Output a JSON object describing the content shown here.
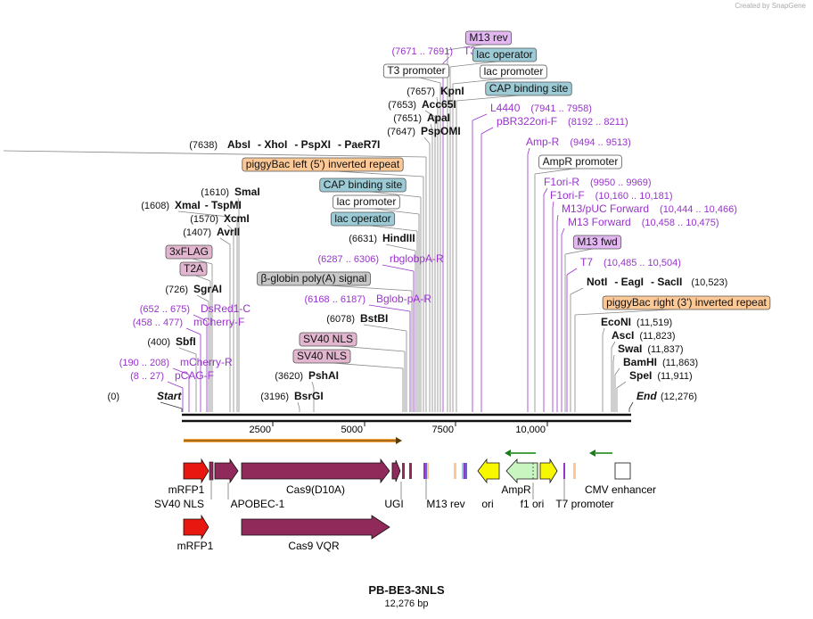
{
  "credit": {
    "prefix": "Created by",
    "brand": "SnapGene"
  },
  "plasmid": {
    "name": "PB-BE3-3NLS",
    "size_text": "12,276 bp"
  },
  "colors": {
    "purple": "#9933cc",
    "enzyme_line": "#808080",
    "feature_red": "#e8170f",
    "feature_maroon": "#8f2a5b",
    "feature_yellow": "#f7f700",
    "feature_green": "#c8f5c0",
    "feature_pink": "#e2b6cf",
    "feature_orange": "#fbc896",
    "feature_blue": "#9ccbd6",
    "feature_violet": "#e3b7f2"
  },
  "ruler": {
    "ticks": [
      "2500",
      "5000",
      "7500",
      "10,000"
    ]
  },
  "labels": [
    {
      "t": "pos",
      "id": "start-pos",
      "text": "(0)"
    },
    {
      "t": "name",
      "id": "start",
      "text": "Start",
      "italic": true
    },
    {
      "t": "pos",
      "id": "end-pos",
      "text": "(12,276)"
    },
    {
      "t": "name",
      "id": "end",
      "text": "End",
      "italic": true
    },
    {
      "t": "primer",
      "id": "pcag-f",
      "text": "pCAG-F",
      "range": "(8 .. 27)"
    },
    {
      "t": "primer",
      "id": "mcherry-r",
      "text": "mCherry-R",
      "range": "(190 .. 208)"
    },
    {
      "t": "enzyme",
      "id": "sbfi",
      "text": "SbfI",
      "pos": "(400)"
    },
    {
      "t": "primer",
      "id": "mcherry-f",
      "text": "mCherry-F",
      "range": "(458 .. 477)"
    },
    {
      "t": "primer",
      "id": "dsred1-c",
      "text": "DsRed1-C",
      "range": "(652 .. 675)"
    },
    {
      "t": "enzyme",
      "id": "sgrai",
      "text": "SgrAI",
      "pos": "(726)"
    },
    {
      "t": "feat",
      "id": "t2a",
      "text": "T2A",
      "color": "pink"
    },
    {
      "t": "feat",
      "id": "3xflag",
      "text": "3xFLAG",
      "color": "pink"
    },
    {
      "t": "enzyme",
      "id": "avrii",
      "text": "AvrII",
      "pos": "(1407)"
    },
    {
      "t": "enzyme",
      "id": "xcmi",
      "text": "XcmI",
      "pos": "(1570)"
    },
    {
      "t": "enzyme",
      "id": "xmai",
      "text": "XmaI",
      "pos": "(1608)",
      "extra": "- TspMI"
    },
    {
      "t": "enzyme",
      "id": "smai",
      "text": "SmaI",
      "pos": "(1610)"
    },
    {
      "t": "enzyme",
      "id": "bsrgi",
      "text": "BsrGI",
      "pos": "(3196)"
    },
    {
      "t": "enzyme",
      "id": "pshai",
      "text": "PshAI",
      "pos": "(3620)"
    },
    {
      "t": "feat",
      "id": "sv40nls-2",
      "text": "SV40 NLS",
      "color": "pink"
    },
    {
      "t": "feat",
      "id": "sv40nls-1",
      "text": "SV40 NLS",
      "color": "pink"
    },
    {
      "t": "enzyme",
      "id": "bstbi",
      "text": "BstBI",
      "pos": "(6078)"
    },
    {
      "t": "primer",
      "id": "bglob-pa-r",
      "text": "Bglob-pA-R",
      "range": "(6168 .. 6187)"
    },
    {
      "t": "feat",
      "id": "bglobin-polya",
      "text": "β-globin poly(A) signal",
      "color": "gray"
    },
    {
      "t": "primer",
      "id": "rbglobpa-r",
      "text": "rbglobpA-R",
      "range": "(6287 .. 6306)"
    },
    {
      "t": "enzyme",
      "id": "hindiii",
      "text": "HindIII",
      "pos": "(6631)"
    },
    {
      "t": "feat",
      "id": "lac-operator-1",
      "text": "lac operator",
      "color": "blue"
    },
    {
      "t": "feat",
      "id": "lac-promoter-1",
      "text": "lac promoter",
      "color": "white"
    },
    {
      "t": "feat",
      "id": "cap-site-1",
      "text": "CAP binding site",
      "color": "blue"
    },
    {
      "t": "feat",
      "id": "piggybac-left",
      "text": "piggyBac left (5') inverted repeat",
      "color": "orange"
    },
    {
      "t": "multi",
      "id": "absi",
      "pos": "(7638)",
      "names": [
        "AbsI",
        "- XhoI",
        "- PspXI",
        "- PaeR7I"
      ]
    },
    {
      "t": "enzyme",
      "id": "pspomi",
      "text": "PspOMI",
      "pos": "(7647)"
    },
    {
      "t": "enzyme",
      "id": "apai",
      "text": "ApaI",
      "pos": "(7651)"
    },
    {
      "t": "enzyme",
      "id": "acc65i",
      "text": "Acc65I",
      "pos": "(7653)"
    },
    {
      "t": "enzyme",
      "id": "kpni",
      "text": "KpnI",
      "pos": "(7657)"
    },
    {
      "t": "feat",
      "id": "t3-promoter",
      "text": "T3 promoter",
      "color": "white"
    },
    {
      "t": "primer",
      "id": "t3",
      "text": "T3",
      "range": "(7671 .. 7691)"
    },
    {
      "t": "feat",
      "id": "m13-rev",
      "text": "M13 rev",
      "color": "violet"
    },
    {
      "t": "feat",
      "id": "lac-operator-2",
      "text": "lac operator",
      "color": "blue"
    },
    {
      "t": "feat",
      "id": "lac-promoter-2",
      "text": "lac promoter",
      "color": "white"
    },
    {
      "t": "feat",
      "id": "cap-site-2",
      "text": "CAP binding site",
      "color": "blue"
    },
    {
      "t": "primer",
      "id": "l4440",
      "text": "L4440",
      "range": "(7941 .. 7958)"
    },
    {
      "t": "primer",
      "id": "pbr322ori-f",
      "text": "pBR322ori-F",
      "range": "(8192 .. 8211)"
    },
    {
      "t": "primer",
      "id": "amp-r",
      "text": "Amp-R",
      "range": "(9494 .. 9513)"
    },
    {
      "t": "feat",
      "id": "ampr-promoter",
      "text": "AmpR promoter",
      "color": "white"
    },
    {
      "t": "primer",
      "id": "f1ori-r",
      "text": "F1ori-R",
      "range": "(9950 .. 9969)"
    },
    {
      "t": "primer",
      "id": "f1ori-f",
      "text": "F1ori-F",
      "range": "(10,160 .. 10,181)"
    },
    {
      "t": "primer",
      "id": "m13-puc-fwd",
      "text": "M13/pUC Forward",
      "range": "(10,444 .. 10,466)"
    },
    {
      "t": "primer",
      "id": "m13-fwd-primer",
      "text": "M13 Forward",
      "range": "(10,458 .. 10,475)"
    },
    {
      "t": "feat",
      "id": "m13-fwd",
      "text": "M13 fwd",
      "color": "violet"
    },
    {
      "t": "primer",
      "id": "t7",
      "text": "T7",
      "range": "(10,485 .. 10,504)"
    },
    {
      "t": "multi",
      "id": "noti",
      "pos": "(10,523)",
      "names": [
        "NotI",
        "- EagI",
        "- SacII"
      ]
    },
    {
      "t": "feat",
      "id": "piggybac-right",
      "text": "piggyBac right (3') inverted repeat",
      "color": "orange"
    },
    {
      "t": "enzyme",
      "id": "econi",
      "text": "EcoNI",
      "pos": "(11,519)"
    },
    {
      "t": "enzyme",
      "id": "asci",
      "text": "AscI",
      "pos": "(11,823)"
    },
    {
      "t": "enzyme",
      "id": "swai",
      "text": "SwaI",
      "pos": "(11,837)"
    },
    {
      "t": "enzyme",
      "id": "bamhi",
      "text": "BamHI",
      "pos": "(11,863)"
    },
    {
      "t": "enzyme",
      "id": "spei",
      "text": "SpeI",
      "pos": "(11,911)"
    }
  ],
  "map_features": [
    {
      "id": "mrfp1",
      "label": "mRFP1"
    },
    {
      "id": "sv40-nls",
      "label": "SV40 NLS"
    },
    {
      "id": "apobec-1",
      "label": "APOBEC-1"
    },
    {
      "id": "cas9-d10a",
      "label": "Cas9(D10A)"
    },
    {
      "id": "ugi",
      "label": "UGI"
    },
    {
      "id": "m13-rev-lower",
      "label": "M13 rev"
    },
    {
      "id": "ori",
      "label": "ori"
    },
    {
      "id": "ampr",
      "label": "AmpR"
    },
    {
      "id": "f1-ori",
      "label": "f1 ori"
    },
    {
      "id": "t7-promoter",
      "label": "T7 promoter"
    },
    {
      "id": "cmv-enhancer",
      "label": "CMV enhancer"
    },
    {
      "id": "mrfp1-2",
      "label": "mRFP1"
    },
    {
      "id": "cas9-vqr",
      "label": "Cas9 VQR"
    }
  ]
}
